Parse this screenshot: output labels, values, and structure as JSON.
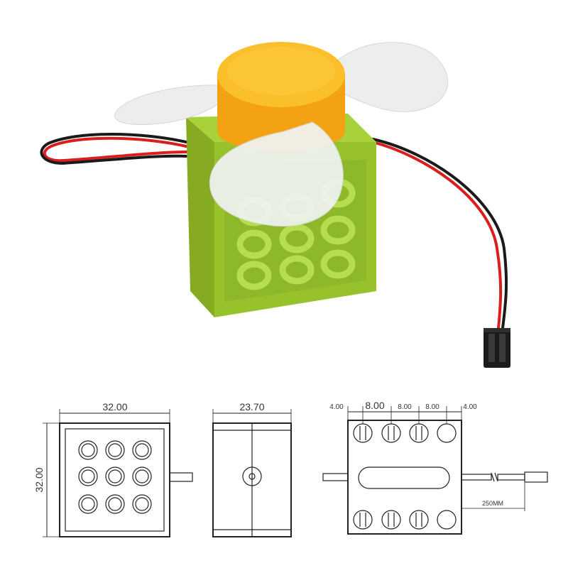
{
  "photo": {
    "subject": "fan-motor-module",
    "colors": {
      "block": "#9cc62e",
      "block_dark": "#7ea020",
      "hub": "#f7b21a",
      "blade": "#f1f3f2",
      "wire_red": "#d81e1e",
      "wire_black": "#1a1a1a"
    }
  },
  "drawings": {
    "front_view": {
      "width_label": "32.00",
      "height_label": "32.00"
    },
    "side_view": {
      "width_label": "23.70"
    },
    "top_view": {
      "spacing_labels": [
        "4.00",
        "8.00",
        "8.00",
        "8.00",
        "4.00"
      ],
      "cable_label": "250MM"
    }
  }
}
